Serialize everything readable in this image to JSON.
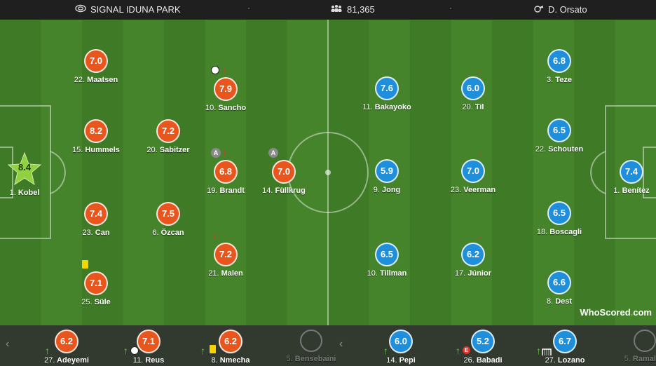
{
  "header": {
    "venue": "SIGNAL IDUNA PARK",
    "attendance": "81,365",
    "referee": "D. Orsato",
    "separator": "·"
  },
  "home": {
    "color": "#e8561e",
    "keeper": {
      "number": "1.",
      "name": "Kobel",
      "rating": "8.4"
    },
    "players": [
      {
        "number": "22.",
        "name": "Maatsen",
        "rating": "7.0"
      },
      {
        "number": "15.",
        "name": "Hummels",
        "rating": "8.2"
      },
      {
        "number": "23.",
        "name": "Can",
        "rating": "7.4"
      },
      {
        "number": "25.",
        "name": "Süle",
        "rating": "7.1"
      },
      {
        "number": "20.",
        "name": "Sabitzer",
        "rating": "7.2"
      },
      {
        "number": "6.",
        "name": "Özcan",
        "rating": "7.5"
      },
      {
        "number": "10.",
        "name": "Sancho",
        "rating": "7.9"
      },
      {
        "number": "19.",
        "name": "Brandt",
        "rating": "6.8"
      },
      {
        "number": "21.",
        "name": "Malen",
        "rating": "7.2"
      },
      {
        "number": "14.",
        "name": "Füllkrug",
        "rating": "7.0"
      }
    ]
  },
  "away": {
    "color": "#1f8fdc",
    "players": [
      {
        "number": "1.",
        "name": "Benítez",
        "rating": "7.4"
      },
      {
        "number": "3.",
        "name": "Teze",
        "rating": "6.8"
      },
      {
        "number": "22.",
        "name": "Schouten",
        "rating": "6.5"
      },
      {
        "number": "18.",
        "name": "Boscagli",
        "rating": "6.5"
      },
      {
        "number": "8.",
        "name": "Dest",
        "rating": "6.6"
      },
      {
        "number": "20.",
        "name": "Til",
        "rating": "6.0"
      },
      {
        "number": "23.",
        "name": "Veerman",
        "rating": "7.0"
      },
      {
        "number": "17.",
        "name": "Júnior",
        "rating": "6.2"
      },
      {
        "number": "11.",
        "name": "Bakayoko",
        "rating": "7.6"
      },
      {
        "number": "9.",
        "name": "Jong",
        "rating": "5.9"
      },
      {
        "number": "10.",
        "name": "Tillman",
        "rating": "6.5"
      }
    ]
  },
  "markers": {
    "captain": "A",
    "expelled": "E"
  },
  "bench_home": [
    {
      "number": "27.",
      "name": "Adeyemi",
      "rating": "6.2"
    },
    {
      "number": "11.",
      "name": "Reus",
      "rating": "7.1"
    },
    {
      "number": "8.",
      "name": "Nmecha",
      "rating": "6.2"
    },
    {
      "number": "5.",
      "name": "Bensebaini"
    }
  ],
  "bench_away": [
    {
      "number": "14.",
      "name": "Pepi",
      "rating": "6.0"
    },
    {
      "number": "26.",
      "name": "Babadi",
      "rating": "5.2"
    },
    {
      "number": "27.",
      "name": "Lozano",
      "rating": "6.7"
    },
    {
      "number": "5.",
      "name": "Ramalho"
    }
  ],
  "branding": {
    "who": "WhoScored",
    "dot": ".",
    "com": "com"
  }
}
